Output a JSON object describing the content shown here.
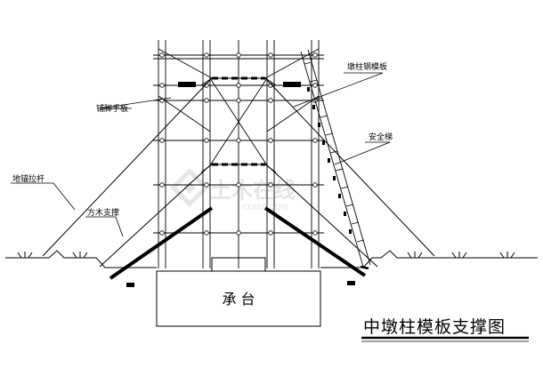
{
  "labels": {
    "steel_formwork": "墩柱钢模板",
    "scaffold_board": "铺脚手板",
    "safety_ladder": "安全梯",
    "ground_anchor_rod": "地锚拉杆",
    "timber_brace": "方木支撑"
  },
  "cap": "承 台",
  "title": "中墩柱模板支撑图",
  "watermark": {
    "text": "土木在线",
    "sub": "COI88.COM"
  }
}
